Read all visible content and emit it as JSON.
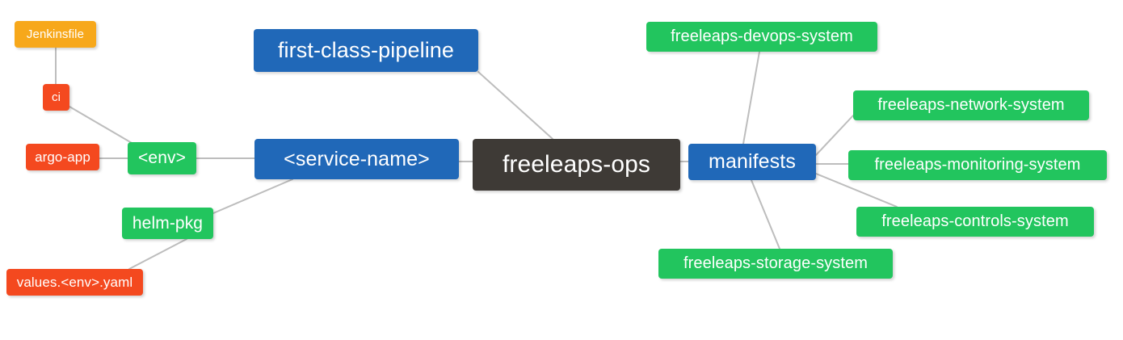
{
  "diagram": {
    "type": "mind-map",
    "background": "#ffffff",
    "edge_color": "#bdbdbd",
    "edge_width": 2,
    "palette": {
      "root": "#3e3a36",
      "blue": "#2068b8",
      "green": "#22c55e",
      "orange": "#f7a81b",
      "red": "#f4491f",
      "text": "#ffffff"
    },
    "nodes": [
      {
        "id": "jenkinsfile",
        "label": "Jenkinsfile",
        "color": "#f7a81b",
        "level": 3
      },
      {
        "id": "ci",
        "label": "ci",
        "color": "#f4491f",
        "level": 3
      },
      {
        "id": "argo-app",
        "label": "argo-app",
        "color": "#f4491f",
        "level": 3
      },
      {
        "id": "env",
        "label": "<env>",
        "color": "#22c55e",
        "level": 2
      },
      {
        "id": "helm-pkg",
        "label": "helm-pkg",
        "color": "#22c55e",
        "level": 2
      },
      {
        "id": "values",
        "label": "values.<env>.yaml",
        "color": "#f4491f",
        "level": 3
      },
      {
        "id": "pipeline",
        "label": "first-class-pipeline",
        "color": "#2068b8",
        "level": 1
      },
      {
        "id": "service",
        "label": "<service-name>",
        "color": "#2068b8",
        "level": 1
      },
      {
        "id": "ops",
        "label": "freeleaps-ops",
        "color": "#3e3a36",
        "level": 0
      },
      {
        "id": "manifests",
        "label": "manifests",
        "color": "#2068b8",
        "level": 1
      },
      {
        "id": "devops",
        "label": "freeleaps-devops-system",
        "color": "#22c55e",
        "level": 2
      },
      {
        "id": "network",
        "label": "freeleaps-network-system",
        "color": "#22c55e",
        "level": 2
      },
      {
        "id": "monitoring",
        "label": "freeleaps-monitoring-system",
        "color": "#22c55e",
        "level": 2
      },
      {
        "id": "controls",
        "label": "freeleaps-controls-system",
        "color": "#22c55e",
        "level": 2
      },
      {
        "id": "storage",
        "label": "freeleaps-storage-system",
        "color": "#22c55e",
        "level": 2
      }
    ],
    "edges": [
      {
        "from": "ops",
        "to": "pipeline"
      },
      {
        "from": "ops",
        "to": "service"
      },
      {
        "from": "ops",
        "to": "manifests"
      },
      {
        "from": "service",
        "to": "env"
      },
      {
        "from": "service",
        "to": "helm-pkg"
      },
      {
        "from": "env",
        "to": "ci"
      },
      {
        "from": "env",
        "to": "argo-app"
      },
      {
        "from": "ci",
        "to": "jenkinsfile"
      },
      {
        "from": "helm-pkg",
        "to": "values"
      },
      {
        "from": "manifests",
        "to": "devops"
      },
      {
        "from": "manifests",
        "to": "network"
      },
      {
        "from": "manifests",
        "to": "monitoring"
      },
      {
        "from": "manifests",
        "to": "controls"
      },
      {
        "from": "manifests",
        "to": "storage"
      }
    ]
  }
}
